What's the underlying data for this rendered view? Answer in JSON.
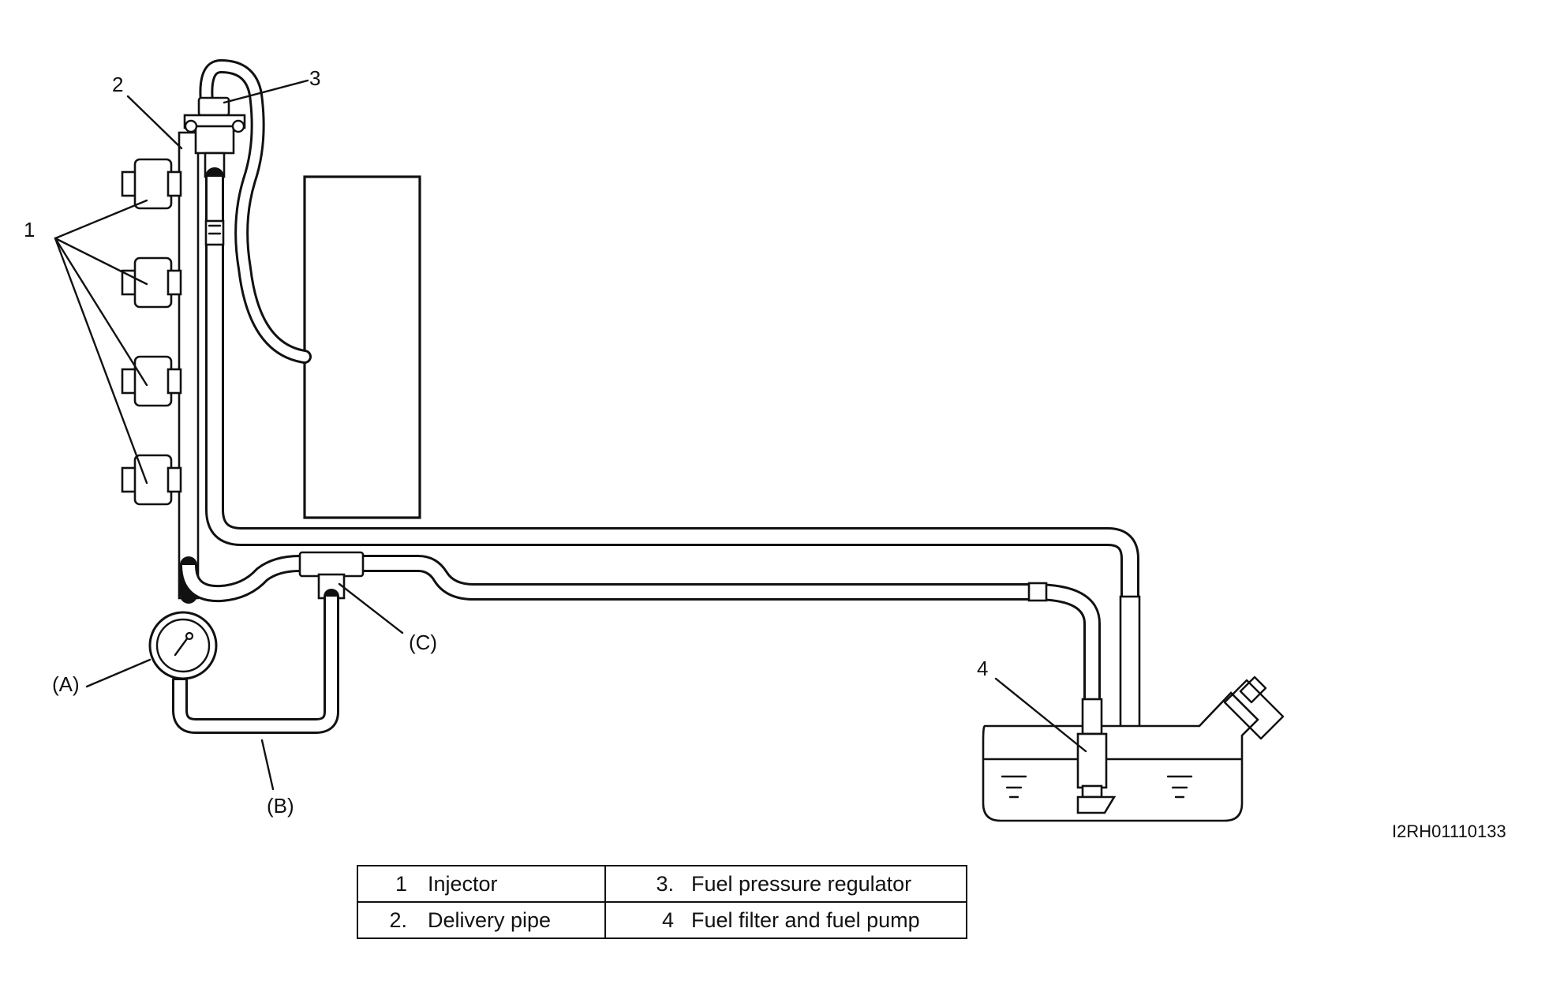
{
  "callouts": {
    "injector": "1",
    "delivery_pipe": "2",
    "regulator": "3",
    "pump": "4",
    "gauge": "(A)",
    "hose": "(B)",
    "tee": "(C)"
  },
  "figure_code": "I2RH01110133",
  "legend": {
    "row1": {
      "left_num": "1",
      "left_text": "Injector",
      "right_num": "3.",
      "right_text": "Fuel pressure regulator"
    },
    "row2": {
      "left_num": "2.",
      "left_text": "Delivery pipe",
      "right_num": "4",
      "right_text": "Fuel filter and fuel pump"
    }
  }
}
